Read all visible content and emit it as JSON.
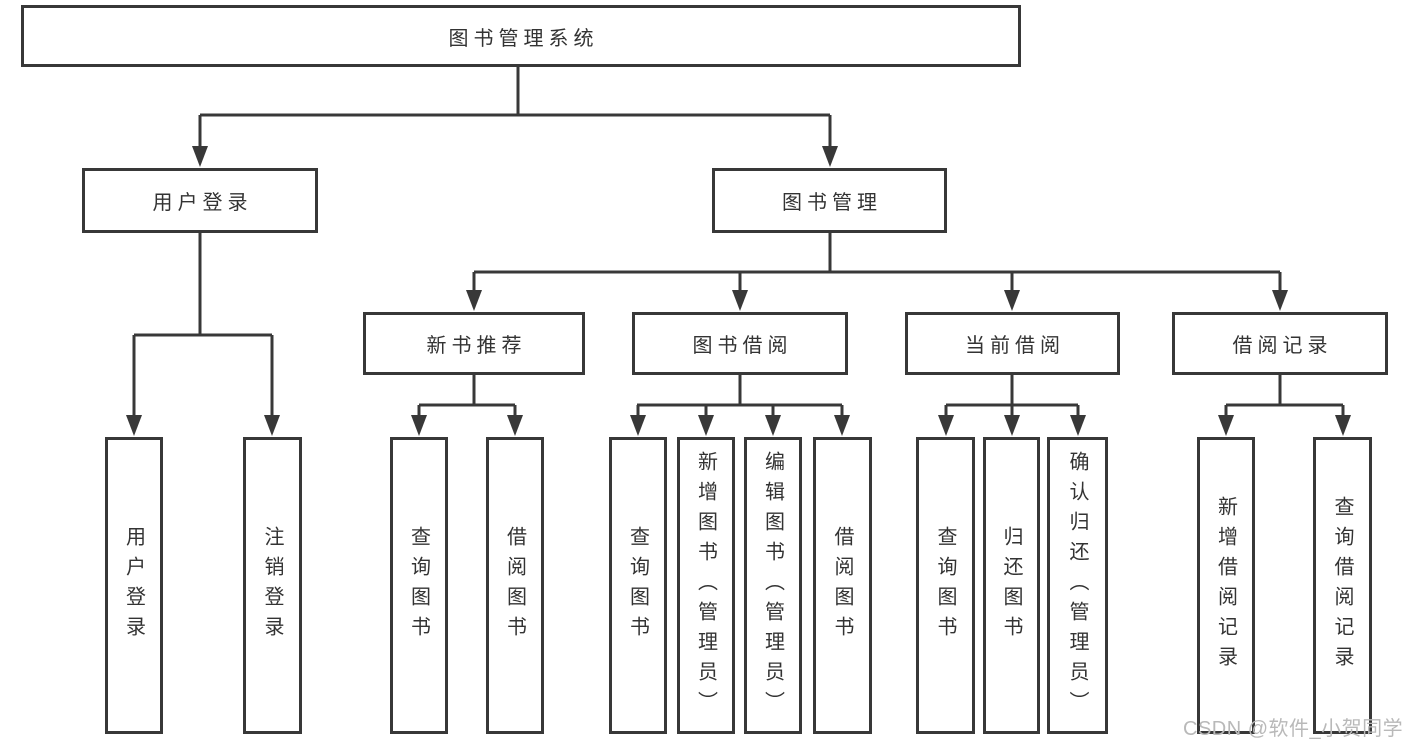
{
  "diagram": {
    "type": "tree-diagram",
    "watermark": "CSDN @软件_小贺同学",
    "colors": {
      "line": "#383838",
      "text": "#333333",
      "watermark": "#b9b9b9",
      "background": "#ffffff"
    },
    "tree": {
      "label": "图书管理系统",
      "children": [
        {
          "label": "用户登录",
          "children": [
            {
              "label": "用户登录"
            },
            {
              "label": "注销登录"
            }
          ]
        },
        {
          "label": "图书管理",
          "children": [
            {
              "label": "新书推荐",
              "children": [
                {
                  "label": "查询图书"
                },
                {
                  "label": "借阅图书"
                }
              ]
            },
            {
              "label": "图书借阅",
              "children": [
                {
                  "label": "查询图书"
                },
                {
                  "label": "新增图书（管理员）"
                },
                {
                  "label": "编辑图书（管理员）"
                },
                {
                  "label": "借阅图书"
                }
              ]
            },
            {
              "label": "当前借阅",
              "children": [
                {
                  "label": "查询图书"
                },
                {
                  "label": "归还图书"
                },
                {
                  "label": "确认归还（管理员）"
                }
              ]
            },
            {
              "label": "借阅记录",
              "children": [
                {
                  "label": "新增借阅记录"
                },
                {
                  "label": "查询借阅记录"
                }
              ]
            }
          ]
        }
      ]
    }
  }
}
